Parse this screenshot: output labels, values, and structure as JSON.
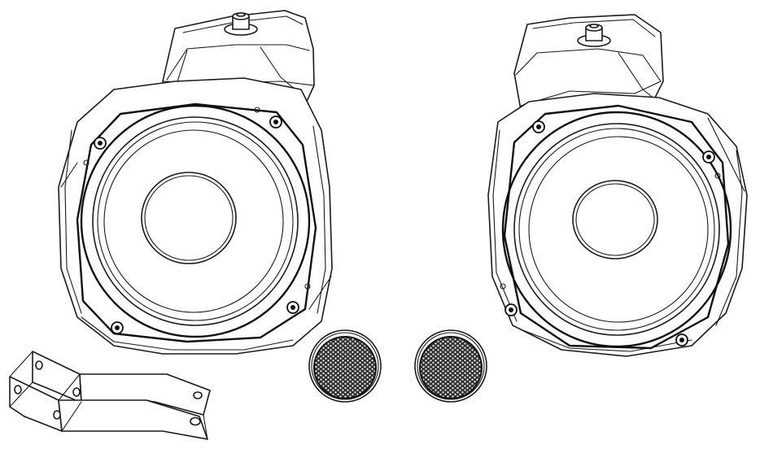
{
  "illustration": {
    "components": [
      {
        "name": "left-speaker-pod",
        "icon": "speaker-pod-icon"
      },
      {
        "name": "right-speaker-pod",
        "icon": "speaker-pod-icon"
      },
      {
        "name": "tweeter-grille-left",
        "icon": "tweeter-grille-icon"
      },
      {
        "name": "tweeter-grille-right",
        "icon": "tweeter-grille-icon"
      },
      {
        "name": "mounting-bracket",
        "icon": "bracket-icon"
      }
    ],
    "colors": {
      "background": "#ffffff",
      "line": "#1a1a1a",
      "mesh": "#2b2b2b"
    }
  }
}
